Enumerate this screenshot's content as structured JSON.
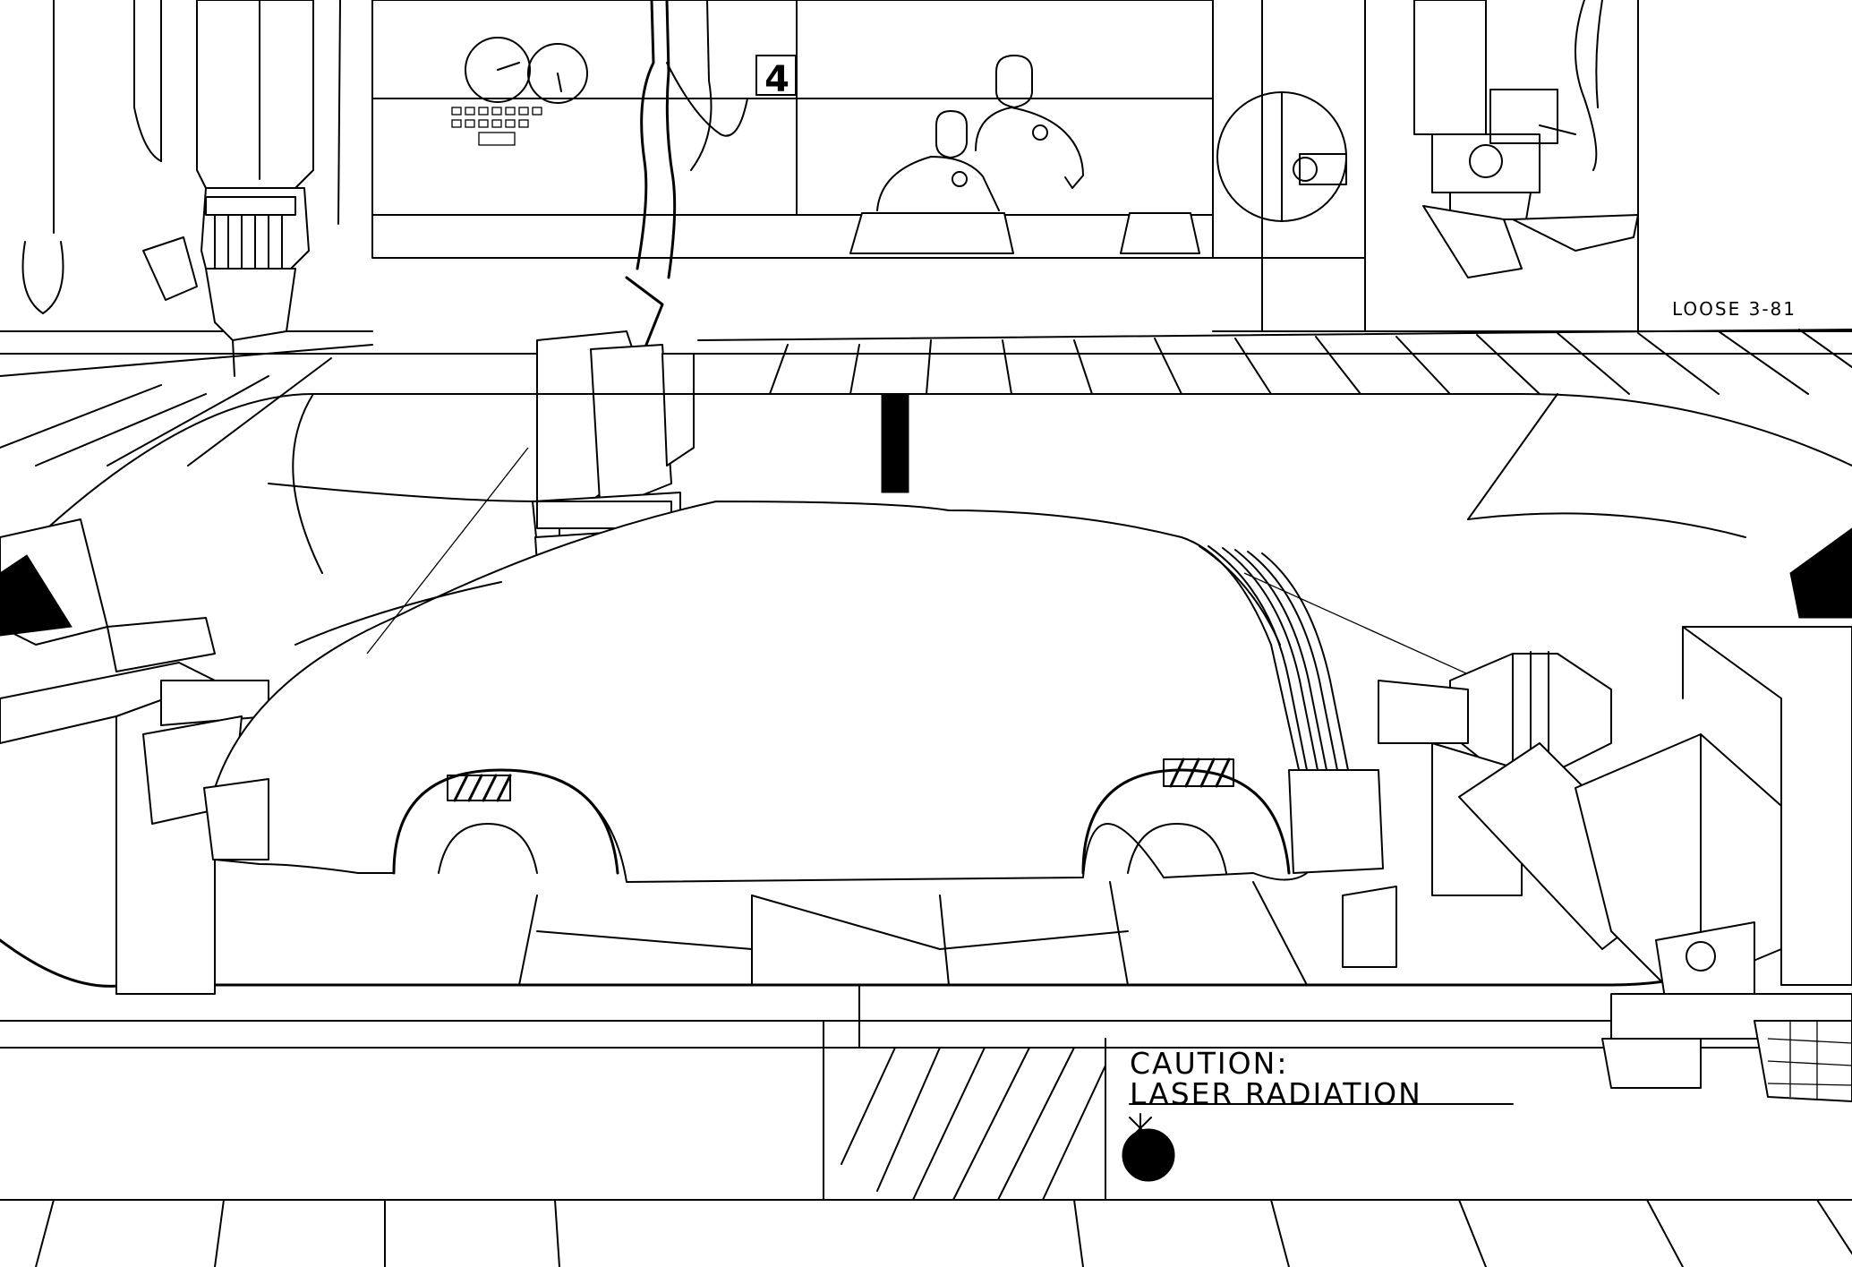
{
  "signature": "LOOSE 3-81",
  "bay_number": "4",
  "warning_sign": {
    "title": "CAUTION:",
    "body": "LASER RADIATION"
  },
  "icons": [
    "laser-starburst-icon",
    "laser-hazard-dot-icon",
    "hazard-stripe-icon"
  ]
}
